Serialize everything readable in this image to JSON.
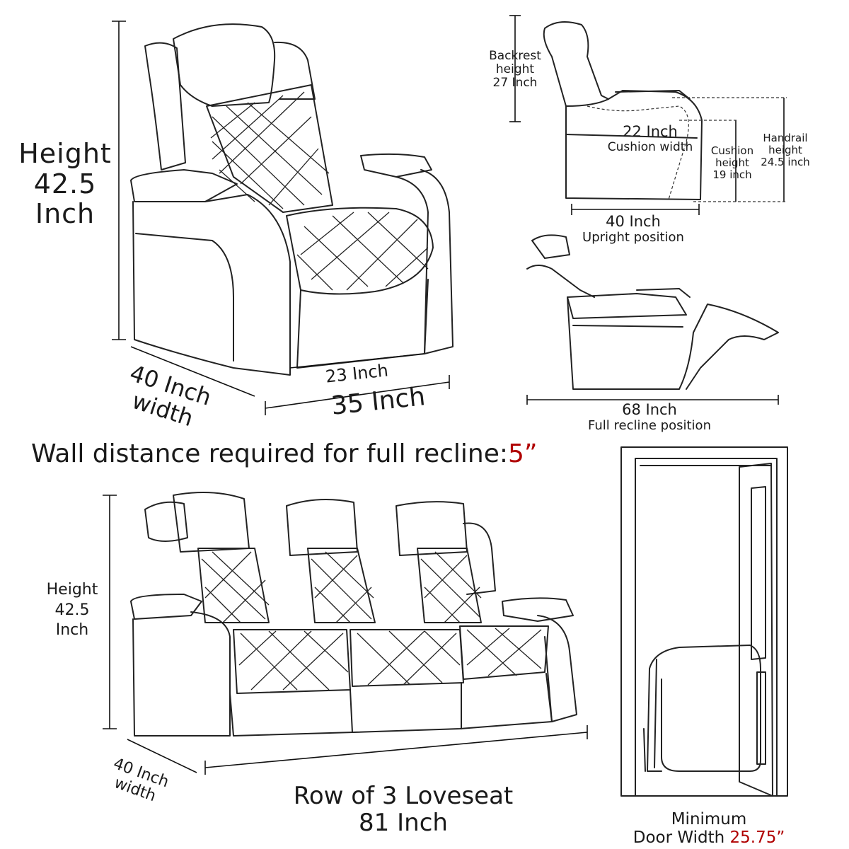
{
  "single_chair": {
    "height_label": "Height",
    "height_value": "42.5",
    "height_unit": "Inch",
    "width_label_line1": "40 Inch",
    "width_label_line2": "width",
    "inner_width": "23 Inch",
    "outer_width": "35 Inch"
  },
  "side_upright": {
    "backrest_line1": "Backrest",
    "backrest_line2": "height",
    "backrest_line3": "27 Inch",
    "cushion_width_value": "22 Inch",
    "cushion_width_label": "Cushion width",
    "cushion_height_line1": "Cushion",
    "cushion_height_line2": "height",
    "cushion_height_line3": "19 inch",
    "handrail_line1": "Handrail",
    "handrail_line2": "height",
    "handrail_line3": "24.5 inch",
    "depth_value": "40 Inch",
    "position_label": "Upright position"
  },
  "side_recline": {
    "depth_value": "68 Inch",
    "position_label": "Full recline position"
  },
  "wall_distance": {
    "text": "Wall distance required for full recline:",
    "value": "5”"
  },
  "loveseat": {
    "height_label": "Height",
    "height_value": "42.5",
    "height_unit": "Inch",
    "width_label_line1": "40 Inch",
    "width_label_line2": "width",
    "title": "Row of 3 Loveseat",
    "length": "81 Inch"
  },
  "door": {
    "label_line1": "Minimum",
    "label_line2": "Door Width",
    "value": "25.75”"
  },
  "colors": {
    "line": "#222222",
    "accent": "#b00000"
  }
}
